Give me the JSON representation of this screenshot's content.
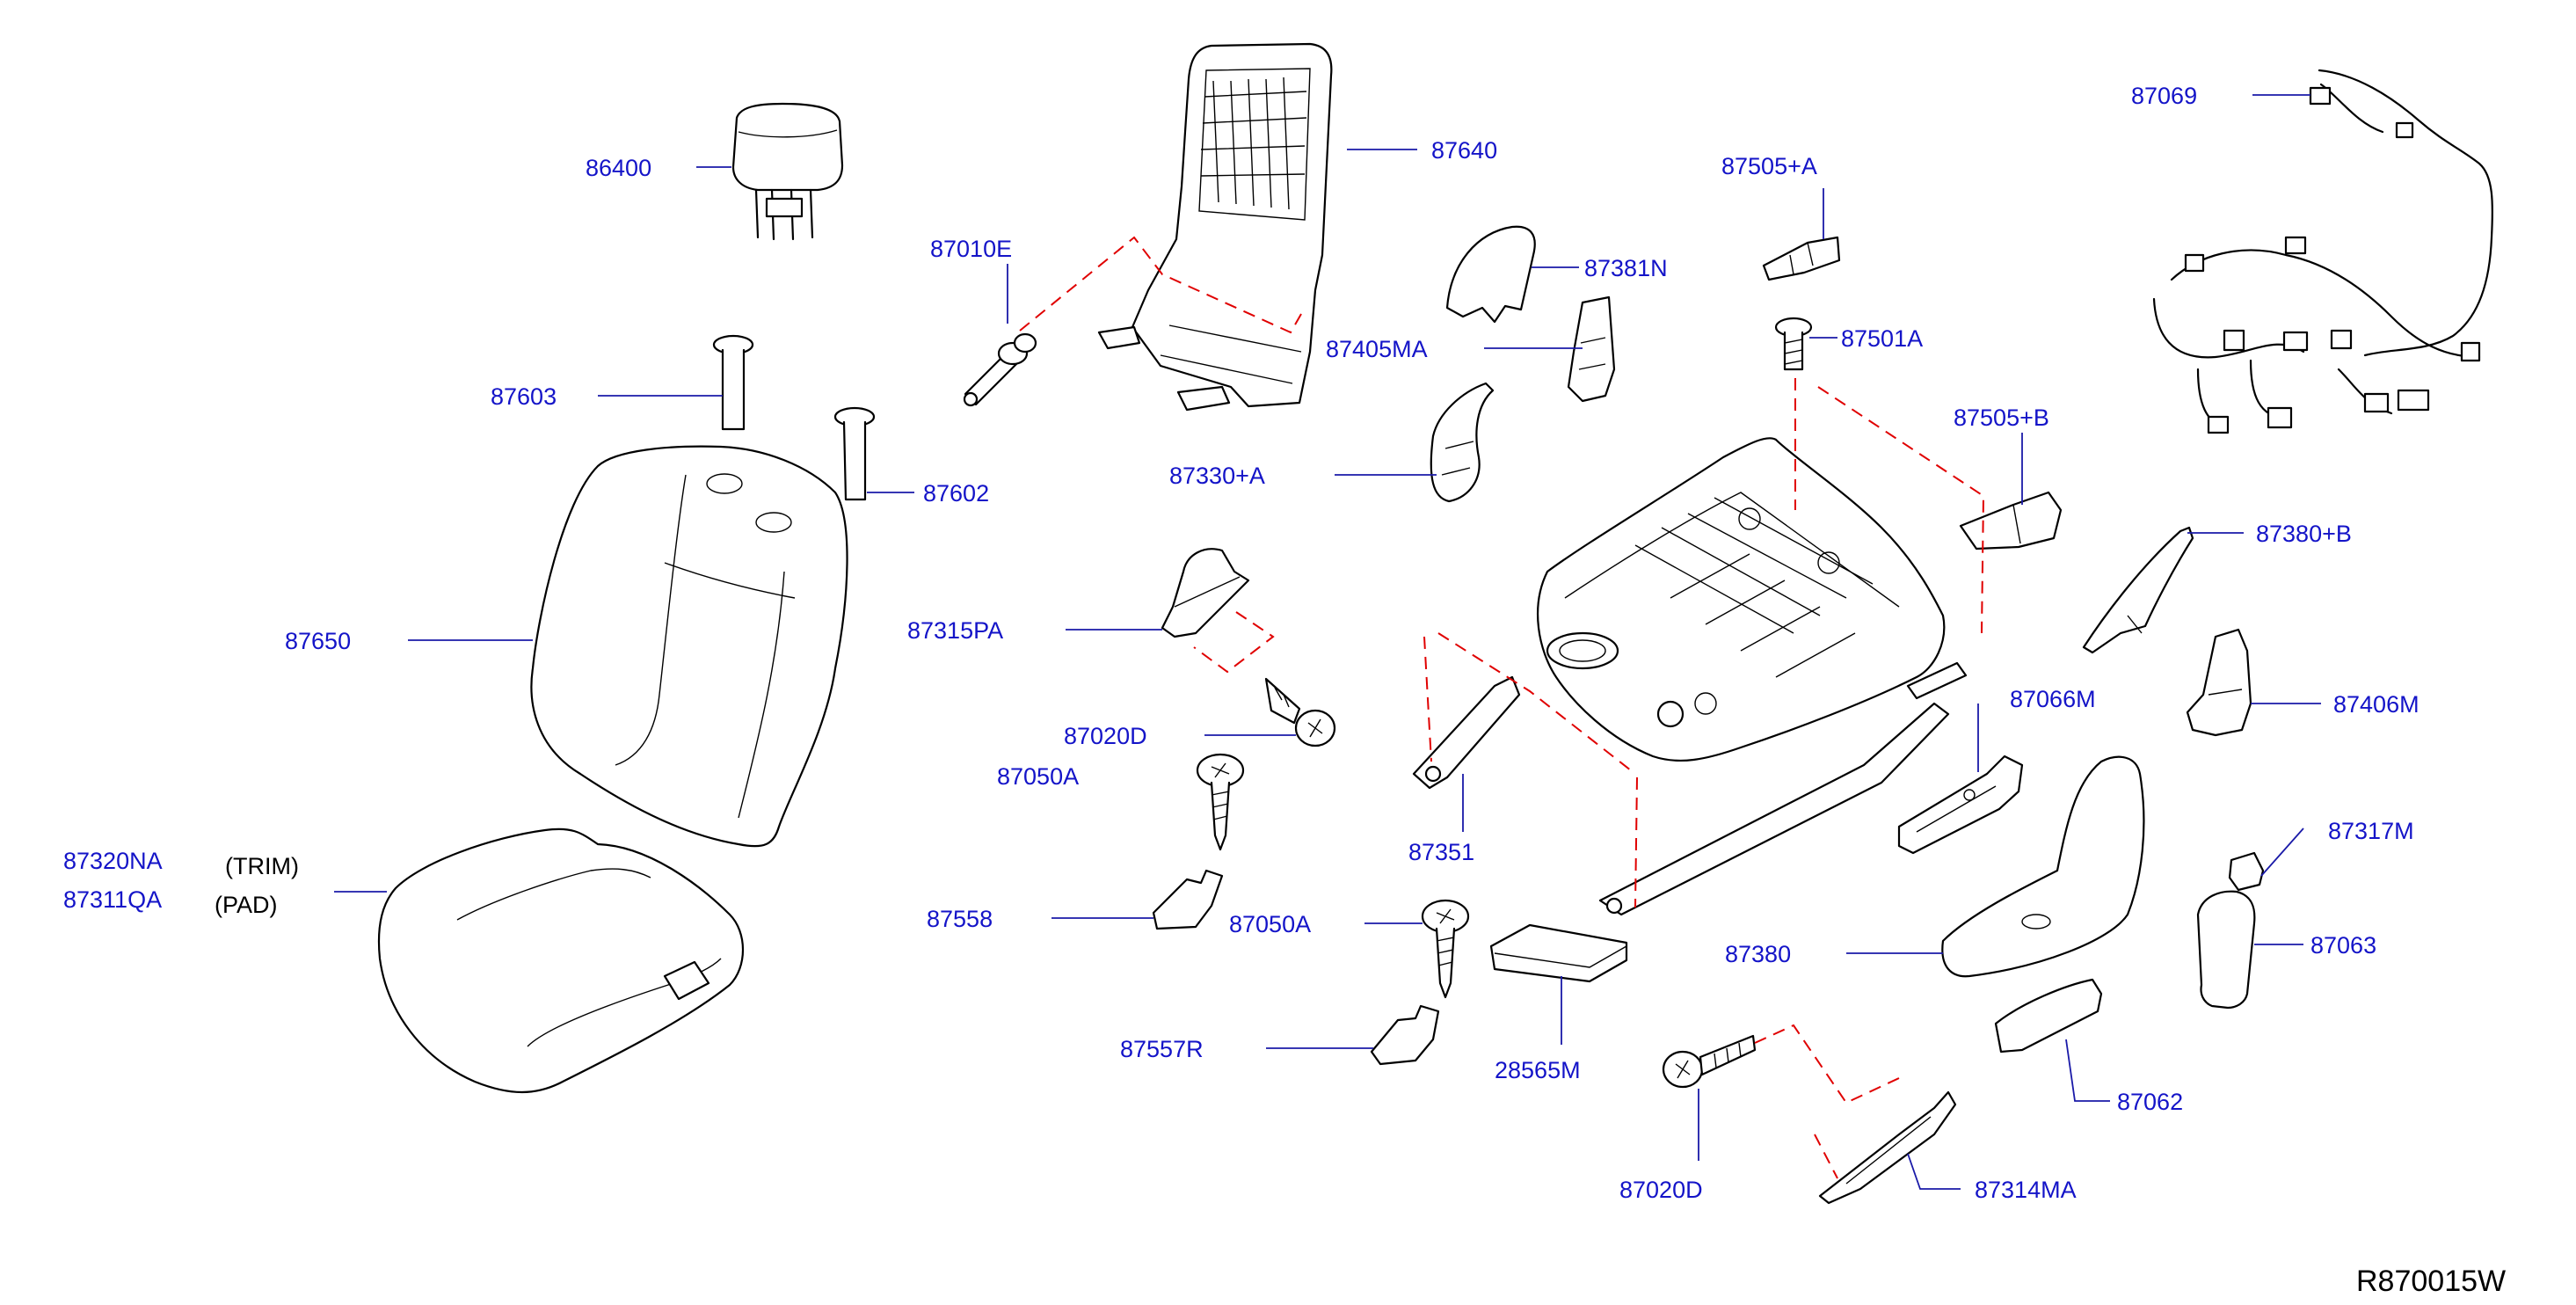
{
  "diagram": {
    "reference_code": "R870015W",
    "parts": [
      {
        "id": "86400",
        "label": "86400"
      },
      {
        "id": "87640",
        "label": "87640"
      },
      {
        "id": "87010E",
        "label": "87010E"
      },
      {
        "id": "87381N",
        "label": "87381N"
      },
      {
        "id": "87505A",
        "label": "87505+A"
      },
      {
        "id": "87069",
        "label": "87069"
      },
      {
        "id": "87501A",
        "label": "87501A"
      },
      {
        "id": "87405MA",
        "label": "87405MA"
      },
      {
        "id": "87603",
        "label": "87603"
      },
      {
        "id": "87602",
        "label": "87602"
      },
      {
        "id": "87330A",
        "label": "87330+A"
      },
      {
        "id": "87505B",
        "label": "87505+B"
      },
      {
        "id": "87380B",
        "label": "87380+B"
      },
      {
        "id": "87650",
        "label": "87650"
      },
      {
        "id": "87315PA",
        "label": "87315PA"
      },
      {
        "id": "87066M",
        "label": "87066M"
      },
      {
        "id": "87406M",
        "label": "87406M"
      },
      {
        "id": "87020D_a",
        "label": "87020D"
      },
      {
        "id": "87050A_a",
        "label": "87050A"
      },
      {
        "id": "87351",
        "label": "87351"
      },
      {
        "id": "87317M",
        "label": "87317M"
      },
      {
        "id": "87320NA",
        "label": "87320NA",
        "note": "(TRIM)"
      },
      {
        "id": "87311QA",
        "label": "87311QA",
        "note": "(PAD)"
      },
      {
        "id": "87558",
        "label": "87558"
      },
      {
        "id": "87050A_b",
        "label": "87050A"
      },
      {
        "id": "87380",
        "label": "87380"
      },
      {
        "id": "87063",
        "label": "87063"
      },
      {
        "id": "87557R",
        "label": "87557R"
      },
      {
        "id": "28565M",
        "label": "28565M"
      },
      {
        "id": "87062",
        "label": "87062"
      },
      {
        "id": "87020D_b",
        "label": "87020D"
      },
      {
        "id": "87314MA",
        "label": "87314MA"
      }
    ]
  },
  "colors": {
    "label": "#1414c8",
    "leader": "#1a1aa8",
    "phantom_line": "#e00000",
    "linework": "#000000"
  }
}
